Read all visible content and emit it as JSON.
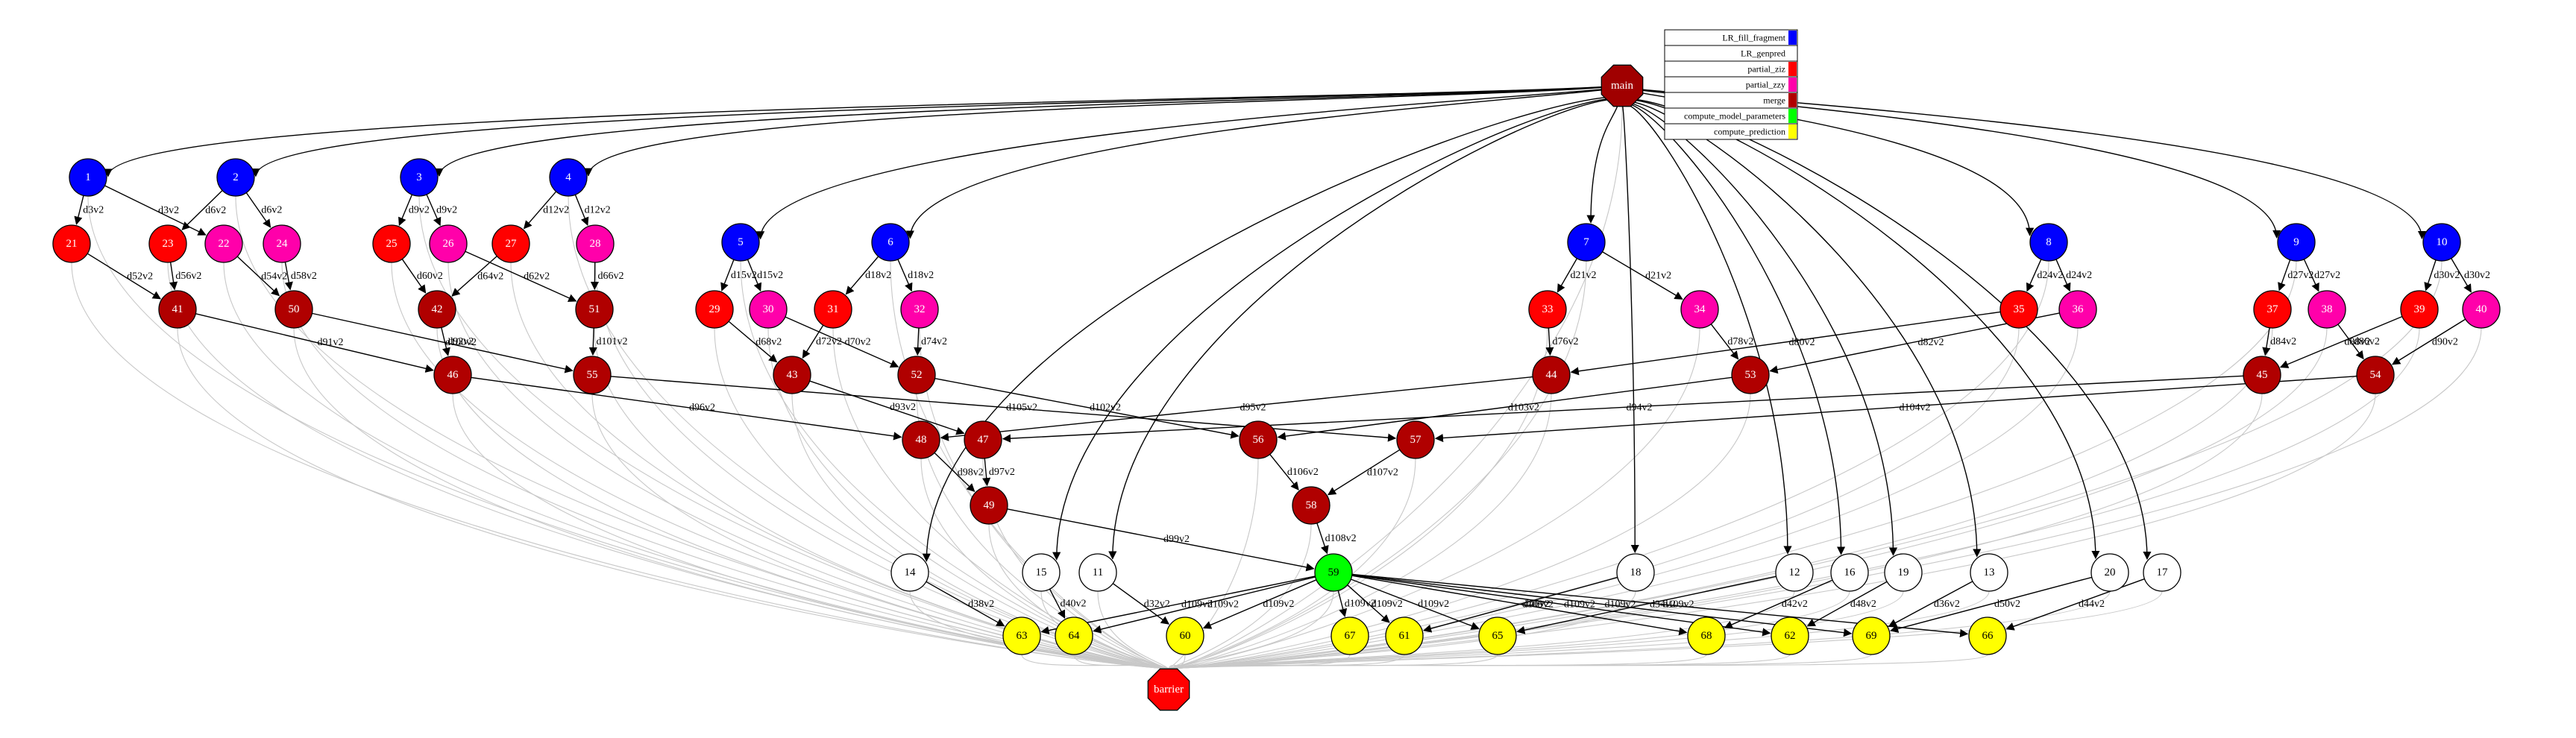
{
  "colors": {
    "LR_fill_fragment": "#0000ff",
    "LR_genpred": "#ffffff",
    "partial_ziz": "#ff0000",
    "partial_zzy": "#ff00aa",
    "merge": "#b00000",
    "compute_model_parameters": "#00ff00",
    "compute_prediction": "#ffff00",
    "main": "#a00000",
    "barrier": "#ff0000",
    "edge": "#000000",
    "edge_barrier": "#c8c8c8"
  },
  "legend": [
    {
      "label": "LR_fill_fragment",
      "kind": "LR_fill_fragment"
    },
    {
      "label": "LR_genpred",
      "kind": "LR_genpred"
    },
    {
      "label": "partial_ziz",
      "kind": "partial_ziz"
    },
    {
      "label": "partial_zzy",
      "kind": "partial_zzy"
    },
    {
      "label": "merge",
      "kind": "merge"
    },
    {
      "label": "compute_model_parameters",
      "kind": "compute_model_parameters"
    },
    {
      "label": "compute_prediction",
      "kind": "compute_prediction"
    }
  ],
  "nodes": [
    {
      "id": "main",
      "label": "main",
      "kind": "main"
    },
    {
      "id": "1",
      "label": "1",
      "kind": "LR_fill_fragment"
    },
    {
      "id": "2",
      "label": "2",
      "kind": "LR_fill_fragment"
    },
    {
      "id": "3",
      "label": "3",
      "kind": "LR_fill_fragment"
    },
    {
      "id": "4",
      "label": "4",
      "kind": "LR_fill_fragment"
    },
    {
      "id": "5",
      "label": "5",
      "kind": "LR_fill_fragment"
    },
    {
      "id": "6",
      "label": "6",
      "kind": "LR_fill_fragment"
    },
    {
      "id": "7",
      "label": "7",
      "kind": "LR_fill_fragment"
    },
    {
      "id": "8",
      "label": "8",
      "kind": "LR_fill_fragment"
    },
    {
      "id": "9",
      "label": "9",
      "kind": "LR_fill_fragment"
    },
    {
      "id": "10",
      "label": "10",
      "kind": "LR_fill_fragment"
    },
    {
      "id": "21",
      "label": "21",
      "kind": "partial_ziz"
    },
    {
      "id": "23",
      "label": "23",
      "kind": "partial_ziz"
    },
    {
      "id": "22",
      "label": "22",
      "kind": "partial_zzy"
    },
    {
      "id": "24",
      "label": "24",
      "kind": "partial_zzy"
    },
    {
      "id": "25",
      "label": "25",
      "kind": "partial_ziz"
    },
    {
      "id": "26",
      "label": "26",
      "kind": "partial_zzy"
    },
    {
      "id": "27",
      "label": "27",
      "kind": "partial_ziz"
    },
    {
      "id": "28",
      "label": "28",
      "kind": "partial_zzy"
    },
    {
      "id": "29",
      "label": "29",
      "kind": "partial_ziz"
    },
    {
      "id": "30",
      "label": "30",
      "kind": "partial_zzy"
    },
    {
      "id": "31",
      "label": "31",
      "kind": "partial_ziz"
    },
    {
      "id": "32",
      "label": "32",
      "kind": "partial_zzy"
    },
    {
      "id": "33",
      "label": "33",
      "kind": "partial_ziz"
    },
    {
      "id": "34",
      "label": "34",
      "kind": "partial_zzy"
    },
    {
      "id": "35",
      "label": "35",
      "kind": "partial_ziz"
    },
    {
      "id": "36",
      "label": "36",
      "kind": "partial_zzy"
    },
    {
      "id": "37",
      "label": "37",
      "kind": "partial_ziz"
    },
    {
      "id": "38",
      "label": "38",
      "kind": "partial_zzy"
    },
    {
      "id": "39",
      "label": "39",
      "kind": "partial_ziz"
    },
    {
      "id": "40",
      "label": "40",
      "kind": "partial_zzy"
    },
    {
      "id": "41",
      "label": "41",
      "kind": "merge"
    },
    {
      "id": "50",
      "label": "50",
      "kind": "merge"
    },
    {
      "id": "42",
      "label": "42",
      "kind": "merge"
    },
    {
      "id": "51",
      "label": "51",
      "kind": "merge"
    },
    {
      "id": "46",
      "label": "46",
      "kind": "merge"
    },
    {
      "id": "55",
      "label": "55",
      "kind": "merge"
    },
    {
      "id": "43",
      "label": "43",
      "kind": "merge"
    },
    {
      "id": "52",
      "label": "52",
      "kind": "merge"
    },
    {
      "id": "44",
      "label": "44",
      "kind": "merge"
    },
    {
      "id": "53",
      "label": "53",
      "kind": "merge"
    },
    {
      "id": "45",
      "label": "45",
      "kind": "merge"
    },
    {
      "id": "54",
      "label": "54",
      "kind": "merge"
    },
    {
      "id": "48",
      "label": "48",
      "kind": "merge"
    },
    {
      "id": "47",
      "label": "47",
      "kind": "merge"
    },
    {
      "id": "49",
      "label": "49",
      "kind": "merge"
    },
    {
      "id": "56",
      "label": "56",
      "kind": "merge"
    },
    {
      "id": "57",
      "label": "57",
      "kind": "merge"
    },
    {
      "id": "58",
      "label": "58",
      "kind": "merge"
    },
    {
      "id": "59",
      "label": "59",
      "kind": "compute_model_parameters"
    },
    {
      "id": "14",
      "label": "14",
      "kind": "LR_genpred"
    },
    {
      "id": "15",
      "label": "15",
      "kind": "LR_genpred"
    },
    {
      "id": "11",
      "label": "11",
      "kind": "LR_genpred"
    },
    {
      "id": "18",
      "label": "18",
      "kind": "LR_genpred"
    },
    {
      "id": "12",
      "label": "12",
      "kind": "LR_genpred"
    },
    {
      "id": "16",
      "label": "16",
      "kind": "LR_genpred"
    },
    {
      "id": "19",
      "label": "19",
      "kind": "LR_genpred"
    },
    {
      "id": "13",
      "label": "13",
      "kind": "LR_genpred"
    },
    {
      "id": "20",
      "label": "20",
      "kind": "LR_genpred"
    },
    {
      "id": "17",
      "label": "17",
      "kind": "LR_genpred"
    },
    {
      "id": "63",
      "label": "63",
      "kind": "compute_prediction"
    },
    {
      "id": "64",
      "label": "64",
      "kind": "compute_prediction"
    },
    {
      "id": "60",
      "label": "60",
      "kind": "compute_prediction"
    },
    {
      "id": "67",
      "label": "67",
      "kind": "compute_prediction"
    },
    {
      "id": "61",
      "label": "61",
      "kind": "compute_prediction"
    },
    {
      "id": "65",
      "label": "65",
      "kind": "compute_prediction"
    },
    {
      "id": "68",
      "label": "68",
      "kind": "compute_prediction"
    },
    {
      "id": "62",
      "label": "62",
      "kind": "compute_prediction"
    },
    {
      "id": "69",
      "label": "69",
      "kind": "compute_prediction"
    },
    {
      "id": "66",
      "label": "66",
      "kind": "compute_prediction"
    },
    {
      "id": "barrier",
      "label": "barrier",
      "kind": "barrier"
    }
  ],
  "edges": [
    {
      "from": "main",
      "to": "1",
      "label": ""
    },
    {
      "from": "main",
      "to": "2",
      "label": ""
    },
    {
      "from": "main",
      "to": "3",
      "label": ""
    },
    {
      "from": "main",
      "to": "4",
      "label": ""
    },
    {
      "from": "main",
      "to": "5",
      "label": ""
    },
    {
      "from": "main",
      "to": "6",
      "label": ""
    },
    {
      "from": "main",
      "to": "7",
      "label": ""
    },
    {
      "from": "main",
      "to": "8",
      "label": ""
    },
    {
      "from": "main",
      "to": "9",
      "label": ""
    },
    {
      "from": "main",
      "to": "10",
      "label": ""
    },
    {
      "from": "main",
      "to": "14",
      "label": ""
    },
    {
      "from": "main",
      "to": "15",
      "label": ""
    },
    {
      "from": "main",
      "to": "11",
      "label": ""
    },
    {
      "from": "main",
      "to": "18",
      "label": ""
    },
    {
      "from": "main",
      "to": "12",
      "label": ""
    },
    {
      "from": "main",
      "to": "16",
      "label": ""
    },
    {
      "from": "main",
      "to": "19",
      "label": ""
    },
    {
      "from": "main",
      "to": "13",
      "label": ""
    },
    {
      "from": "main",
      "to": "20",
      "label": ""
    },
    {
      "from": "main",
      "to": "17",
      "label": ""
    },
    {
      "from": "1",
      "to": "21",
      "label": "d3v2"
    },
    {
      "from": "1",
      "to": "22",
      "label": "d3v2"
    },
    {
      "from": "2",
      "to": "23",
      "label": "d6v2"
    },
    {
      "from": "2",
      "to": "24",
      "label": "d6v2"
    },
    {
      "from": "3",
      "to": "25",
      "label": "d9v2"
    },
    {
      "from": "3",
      "to": "26",
      "label": "d9v2"
    },
    {
      "from": "4",
      "to": "27",
      "label": "d12v2"
    },
    {
      "from": "4",
      "to": "28",
      "label": "d12v2"
    },
    {
      "from": "5",
      "to": "29",
      "label": "d15v2"
    },
    {
      "from": "5",
      "to": "30",
      "label": "d15v2"
    },
    {
      "from": "6",
      "to": "31",
      "label": "d18v2"
    },
    {
      "from": "6",
      "to": "32",
      "label": "d18v2"
    },
    {
      "from": "7",
      "to": "33",
      "label": "d21v2"
    },
    {
      "from": "7",
      "to": "34",
      "label": "d21v2"
    },
    {
      "from": "8",
      "to": "35",
      "label": "d24v2"
    },
    {
      "from": "8",
      "to": "36",
      "label": "d24v2"
    },
    {
      "from": "9",
      "to": "37",
      "label": "d27v2"
    },
    {
      "from": "9",
      "to": "38",
      "label": "d27v2"
    },
    {
      "from": "10",
      "to": "39",
      "label": "d30v2"
    },
    {
      "from": "10",
      "to": "40",
      "label": "d30v2"
    },
    {
      "from": "21",
      "to": "41",
      "label": "d52v2"
    },
    {
      "from": "23",
      "to": "41",
      "label": "d56v2"
    },
    {
      "from": "22",
      "to": "50",
      "label": "d54v2"
    },
    {
      "from": "24",
      "to": "50",
      "label": "d58v2"
    },
    {
      "from": "25",
      "to": "42",
      "label": "d60v2"
    },
    {
      "from": "27",
      "to": "42",
      "label": "d64v2"
    },
    {
      "from": "26",
      "to": "51",
      "label": "d62v2"
    },
    {
      "from": "28",
      "to": "51",
      "label": "d66v2"
    },
    {
      "from": "41",
      "to": "46",
      "label": "d91v2"
    },
    {
      "from": "42",
      "to": "46",
      "label": "d92v2"
    },
    {
      "from": "50",
      "to": "55",
      "label": "d100v2"
    },
    {
      "from": "51",
      "to": "55",
      "label": "d101v2"
    },
    {
      "from": "29",
      "to": "43",
      "label": "d68v2"
    },
    {
      "from": "31",
      "to": "43",
      "label": "d72v2"
    },
    {
      "from": "30",
      "to": "52",
      "label": "d70v2"
    },
    {
      "from": "32",
      "to": "52",
      "label": "d74v2"
    },
    {
      "from": "33",
      "to": "44",
      "label": "d76v2"
    },
    {
      "from": "35",
      "to": "44",
      "label": "d80v2"
    },
    {
      "from": "34",
      "to": "53",
      "label": "d78v2"
    },
    {
      "from": "36",
      "to": "53",
      "label": "d82v2"
    },
    {
      "from": "37",
      "to": "45",
      "label": "d84v2"
    },
    {
      "from": "39",
      "to": "45",
      "label": "d88v2"
    },
    {
      "from": "38",
      "to": "54",
      "label": "d86v2"
    },
    {
      "from": "40",
      "to": "54",
      "label": "d90v2"
    },
    {
      "from": "46",
      "to": "48",
      "label": "d96v2"
    },
    {
      "from": "44",
      "to": "48",
      "label": "d95v2"
    },
    {
      "from": "43",
      "to": "47",
      "label": "d93v2"
    },
    {
      "from": "45",
      "to": "47",
      "label": "d94v2"
    },
    {
      "from": "48",
      "to": "49",
      "label": "d98v2"
    },
    {
      "from": "47",
      "to": "49",
      "label": "d97v2"
    },
    {
      "from": "55",
      "to": "57",
      "label": "d105v2"
    },
    {
      "from": "52",
      "to": "56",
      "label": "d102v2"
    },
    {
      "from": "53",
      "to": "56",
      "label": "d103v2"
    },
    {
      "from": "54",
      "to": "57",
      "label": "d104v2"
    },
    {
      "from": "56",
      "to": "58",
      "label": "d106v2"
    },
    {
      "from": "57",
      "to": "58",
      "label": "d107v2"
    },
    {
      "from": "58",
      "to": "59",
      "label": "d108v2"
    },
    {
      "from": "49",
      "to": "59",
      "label": "d99v2"
    },
    {
      "from": "14",
      "to": "63",
      "label": "d38v2"
    },
    {
      "from": "15",
      "to": "64",
      "label": "d40v2"
    },
    {
      "from": "11",
      "to": "60",
      "label": "d32v2"
    },
    {
      "from": "18",
      "to": "61",
      "label": "d46v2"
    },
    {
      "from": "12",
      "to": "65",
      "label": "d34v2"
    },
    {
      "from": "16",
      "to": "68",
      "label": "d42v2"
    },
    {
      "from": "19",
      "to": "62",
      "label": "d48v2"
    },
    {
      "from": "13",
      "to": "69",
      "label": "d36v2"
    },
    {
      "from": "20",
      "to": "69",
      "label": "d50v2"
    },
    {
      "from": "17",
      "to": "66",
      "label": "d44v2"
    },
    {
      "from": "59",
      "to": "63",
      "label": "d109v2"
    },
    {
      "from": "59",
      "to": "64",
      "label": "d109v2"
    },
    {
      "from": "59",
      "to": "60",
      "label": "d109v2"
    },
    {
      "from": "59",
      "to": "67",
      "label": "d109v2"
    },
    {
      "from": "59",
      "to": "61",
      "label": "d109v2"
    },
    {
      "from": "59",
      "to": "65",
      "label": "d109v2"
    },
    {
      "from": "59",
      "to": "68",
      "label": "d109v2"
    },
    {
      "from": "59",
      "to": "62",
      "label": "d109v2"
    },
    {
      "from": "59",
      "to": "69",
      "label": "d109v2"
    },
    {
      "from": "59",
      "to": "66",
      "label": "d109v2"
    }
  ]
}
